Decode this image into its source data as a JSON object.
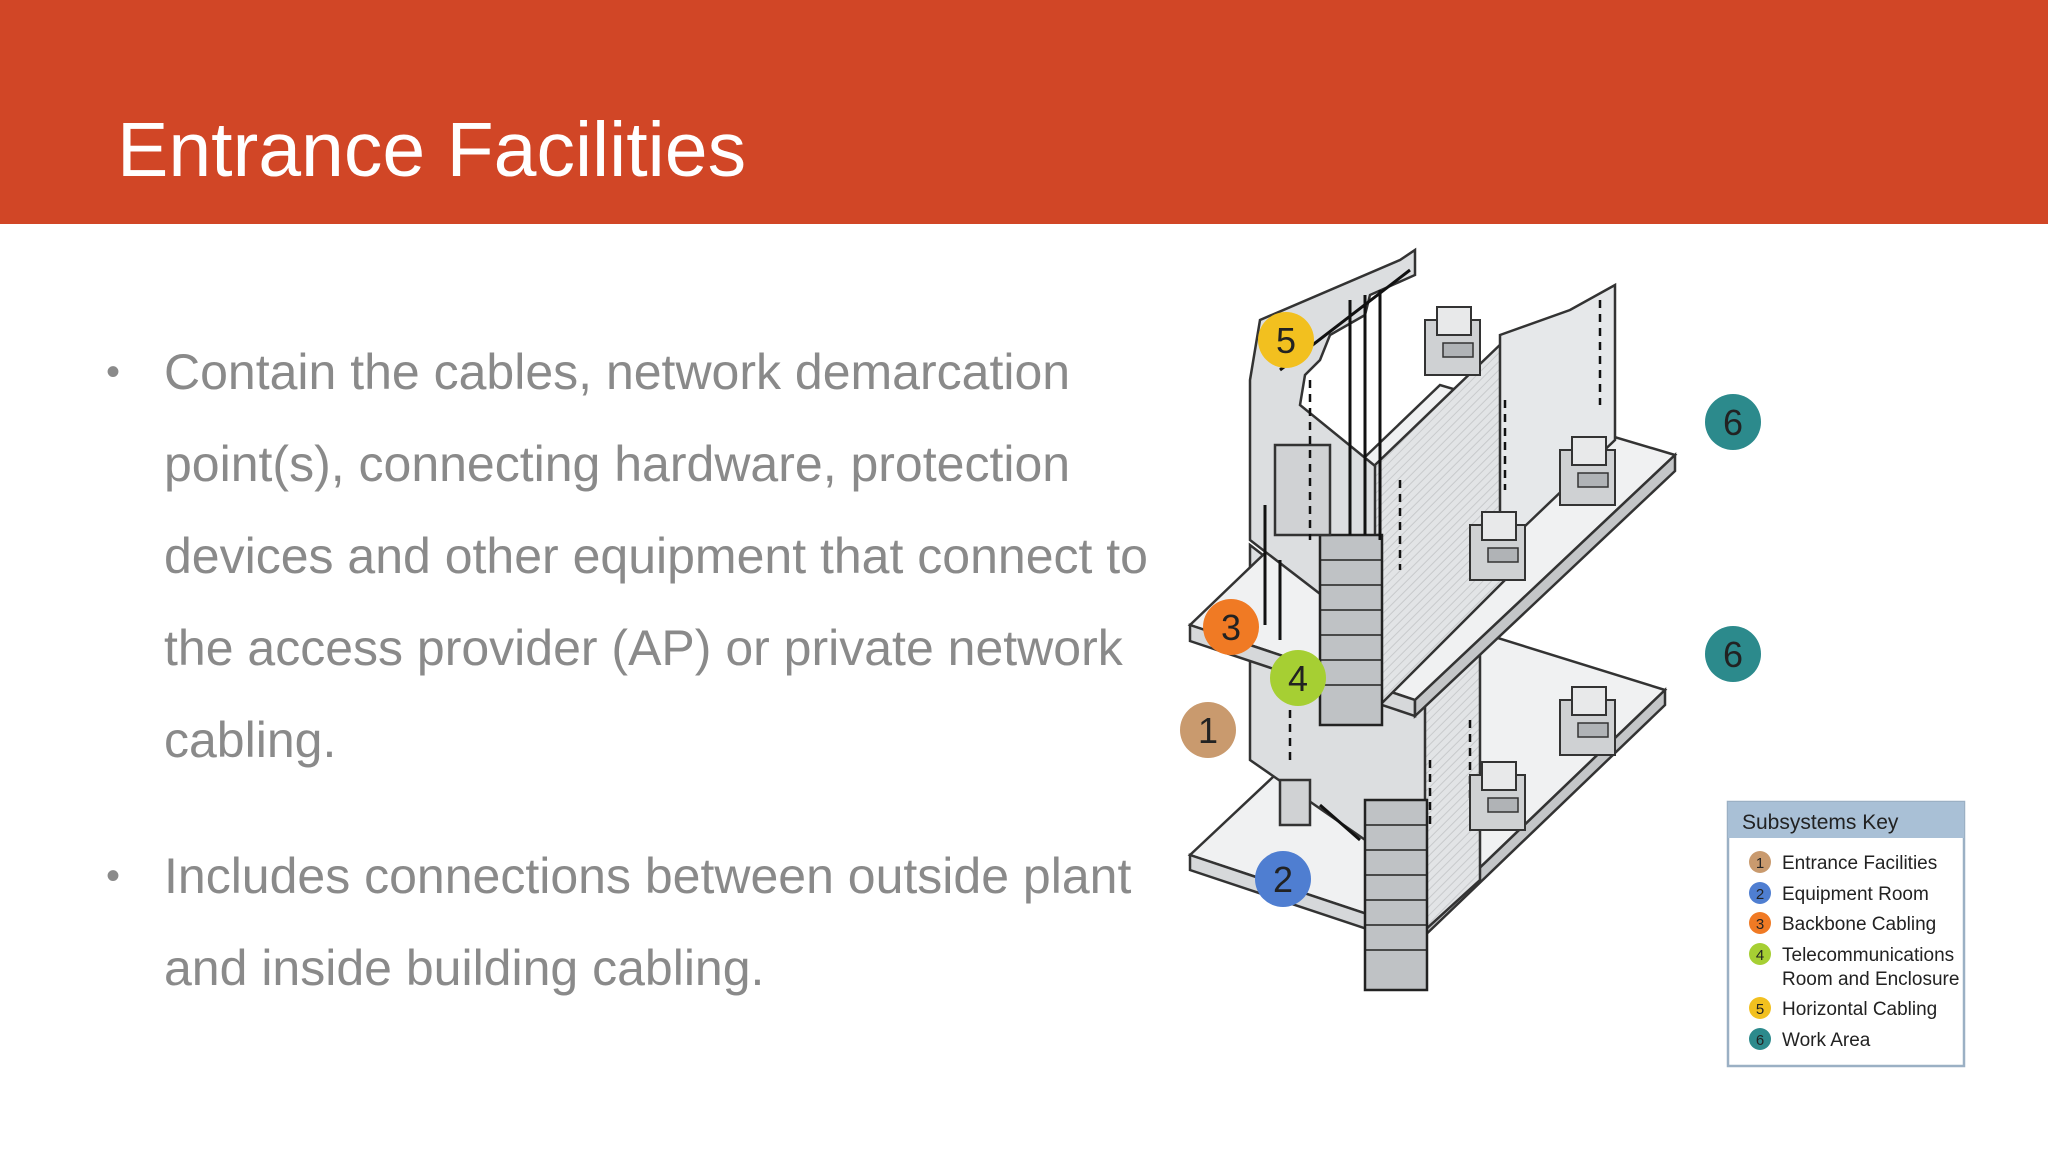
{
  "slide": {
    "title": "Entrance Facilities",
    "bullets": [
      "Contain the cables, network demarcation point(s), connecting hardware, protection devices and other equipment that connect to the access provider (AP) or private network cabling.",
      "Includes connections between outside plant and inside building cabling."
    ],
    "bullet_glyph": "•"
  },
  "colors": {
    "header": "#d14626",
    "body_text": "#8a8a8a",
    "callout_1": "#c99a6e",
    "callout_2": "#4f7ed1",
    "callout_3": "#f07a24",
    "callout_4": "#a6cf33",
    "callout_5": "#f2c01f",
    "callout_6": "#2c8a8c"
  },
  "diagram": {
    "callouts": [
      "5",
      "6",
      "3",
      "4",
      "6",
      "1",
      "2"
    ],
    "key": {
      "title": "Subsystems Key",
      "items": [
        {
          "num": "1",
          "label": "Entrance Facilities"
        },
        {
          "num": "2",
          "label": "Equipment Room"
        },
        {
          "num": "3",
          "label": "Backbone Cabling"
        },
        {
          "num": "4",
          "label": "Telecommunications",
          "label2": "Room and Enclosure"
        },
        {
          "num": "5",
          "label": "Horizontal Cabling"
        },
        {
          "num": "6",
          "label": "Work Area"
        }
      ]
    }
  }
}
